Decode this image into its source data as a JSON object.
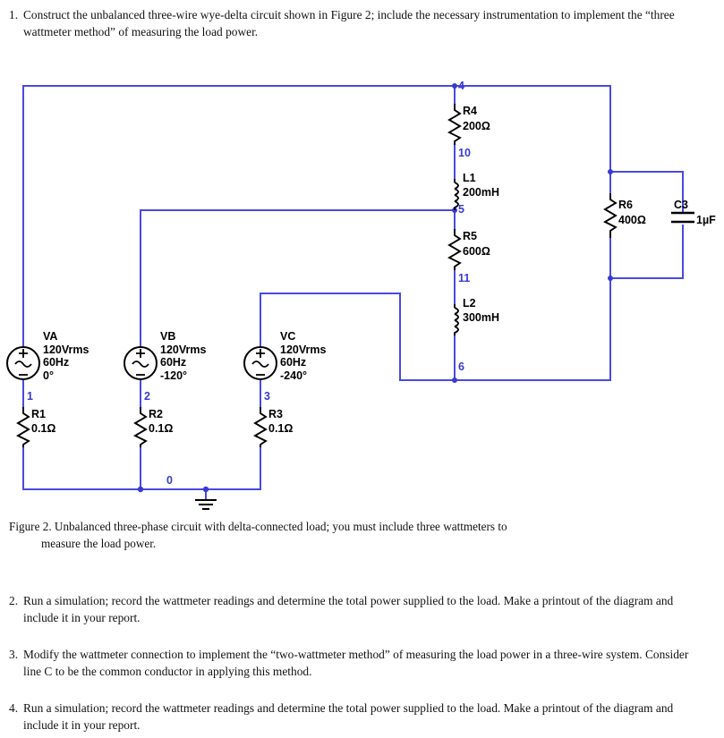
{
  "document": {
    "items": [
      {
        "number": "1.",
        "text": "Construct the unbalanced three-wire wye-delta circuit shown in Figure 2; include the necessary instrumentation to implement the “three wattmeter method” of measuring the load power."
      },
      {
        "number": "2.",
        "text": "Run a simulation; record the wattmeter readings and determine the total power supplied to the load. Make a printout of the diagram and include it in your report."
      },
      {
        "number": "3.",
        "text": "Modify the wattmeter connection to implement the “two-wattmeter method” of measuring the load power in a three-wire system. Consider line C to be the common conductor in applying this method."
      },
      {
        "number": "4.",
        "text": "Run a simulation; record the wattmeter readings and determine the total power supplied to the load. Make a printout of the diagram and include it in your report."
      }
    ],
    "figure_caption_line1": "Figure 2. Unbalanced three-phase circuit with delta-connected load; you must include three wattmeters to",
    "figure_caption_line2": "measure the load power."
  },
  "schematic": {
    "wire_color": "#4a4ae0",
    "component_color": "#000000",
    "node_label_color": "#3a3ad0",
    "sources": [
      {
        "ref": "VA",
        "amplitude": "120Vrms",
        "frequency": "60Hz",
        "phase": "0°",
        "plus": "+",
        "minus": "–",
        "wave": "~"
      },
      {
        "ref": "VB",
        "amplitude": "120Vrms",
        "frequency": "60Hz",
        "phase": "-120°",
        "plus": "+",
        "minus": "–",
        "wave": "~"
      },
      {
        "ref": "VC",
        "amplitude": "120Vrms",
        "frequency": "60Hz",
        "phase": "-240°",
        "plus": "+",
        "minus": "–",
        "wave": "~"
      }
    ],
    "components": [
      {
        "ref": "R1",
        "value": "0.1Ω",
        "type": "resistor"
      },
      {
        "ref": "R2",
        "value": "0.1Ω",
        "type": "resistor"
      },
      {
        "ref": "R3",
        "value": "0.1Ω",
        "type": "resistor"
      },
      {
        "ref": "R4",
        "value": "200Ω",
        "type": "resistor"
      },
      {
        "ref": "L1",
        "value": "200mH",
        "type": "inductor"
      },
      {
        "ref": "R5",
        "value": "600Ω",
        "type": "resistor"
      },
      {
        "ref": "L2",
        "value": "300mH",
        "type": "inductor"
      },
      {
        "ref": "R6",
        "value": "400Ω",
        "type": "resistor"
      },
      {
        "ref": "C3",
        "value": "1µF",
        "type": "capacitor"
      }
    ],
    "nodes": [
      {
        "id": "0"
      },
      {
        "id": "1"
      },
      {
        "id": "2"
      },
      {
        "id": "3"
      },
      {
        "id": "4"
      },
      {
        "id": "5"
      },
      {
        "id": "6"
      },
      {
        "id": "10"
      },
      {
        "id": "11"
      }
    ],
    "ground_symbol": "earth-ground"
  }
}
